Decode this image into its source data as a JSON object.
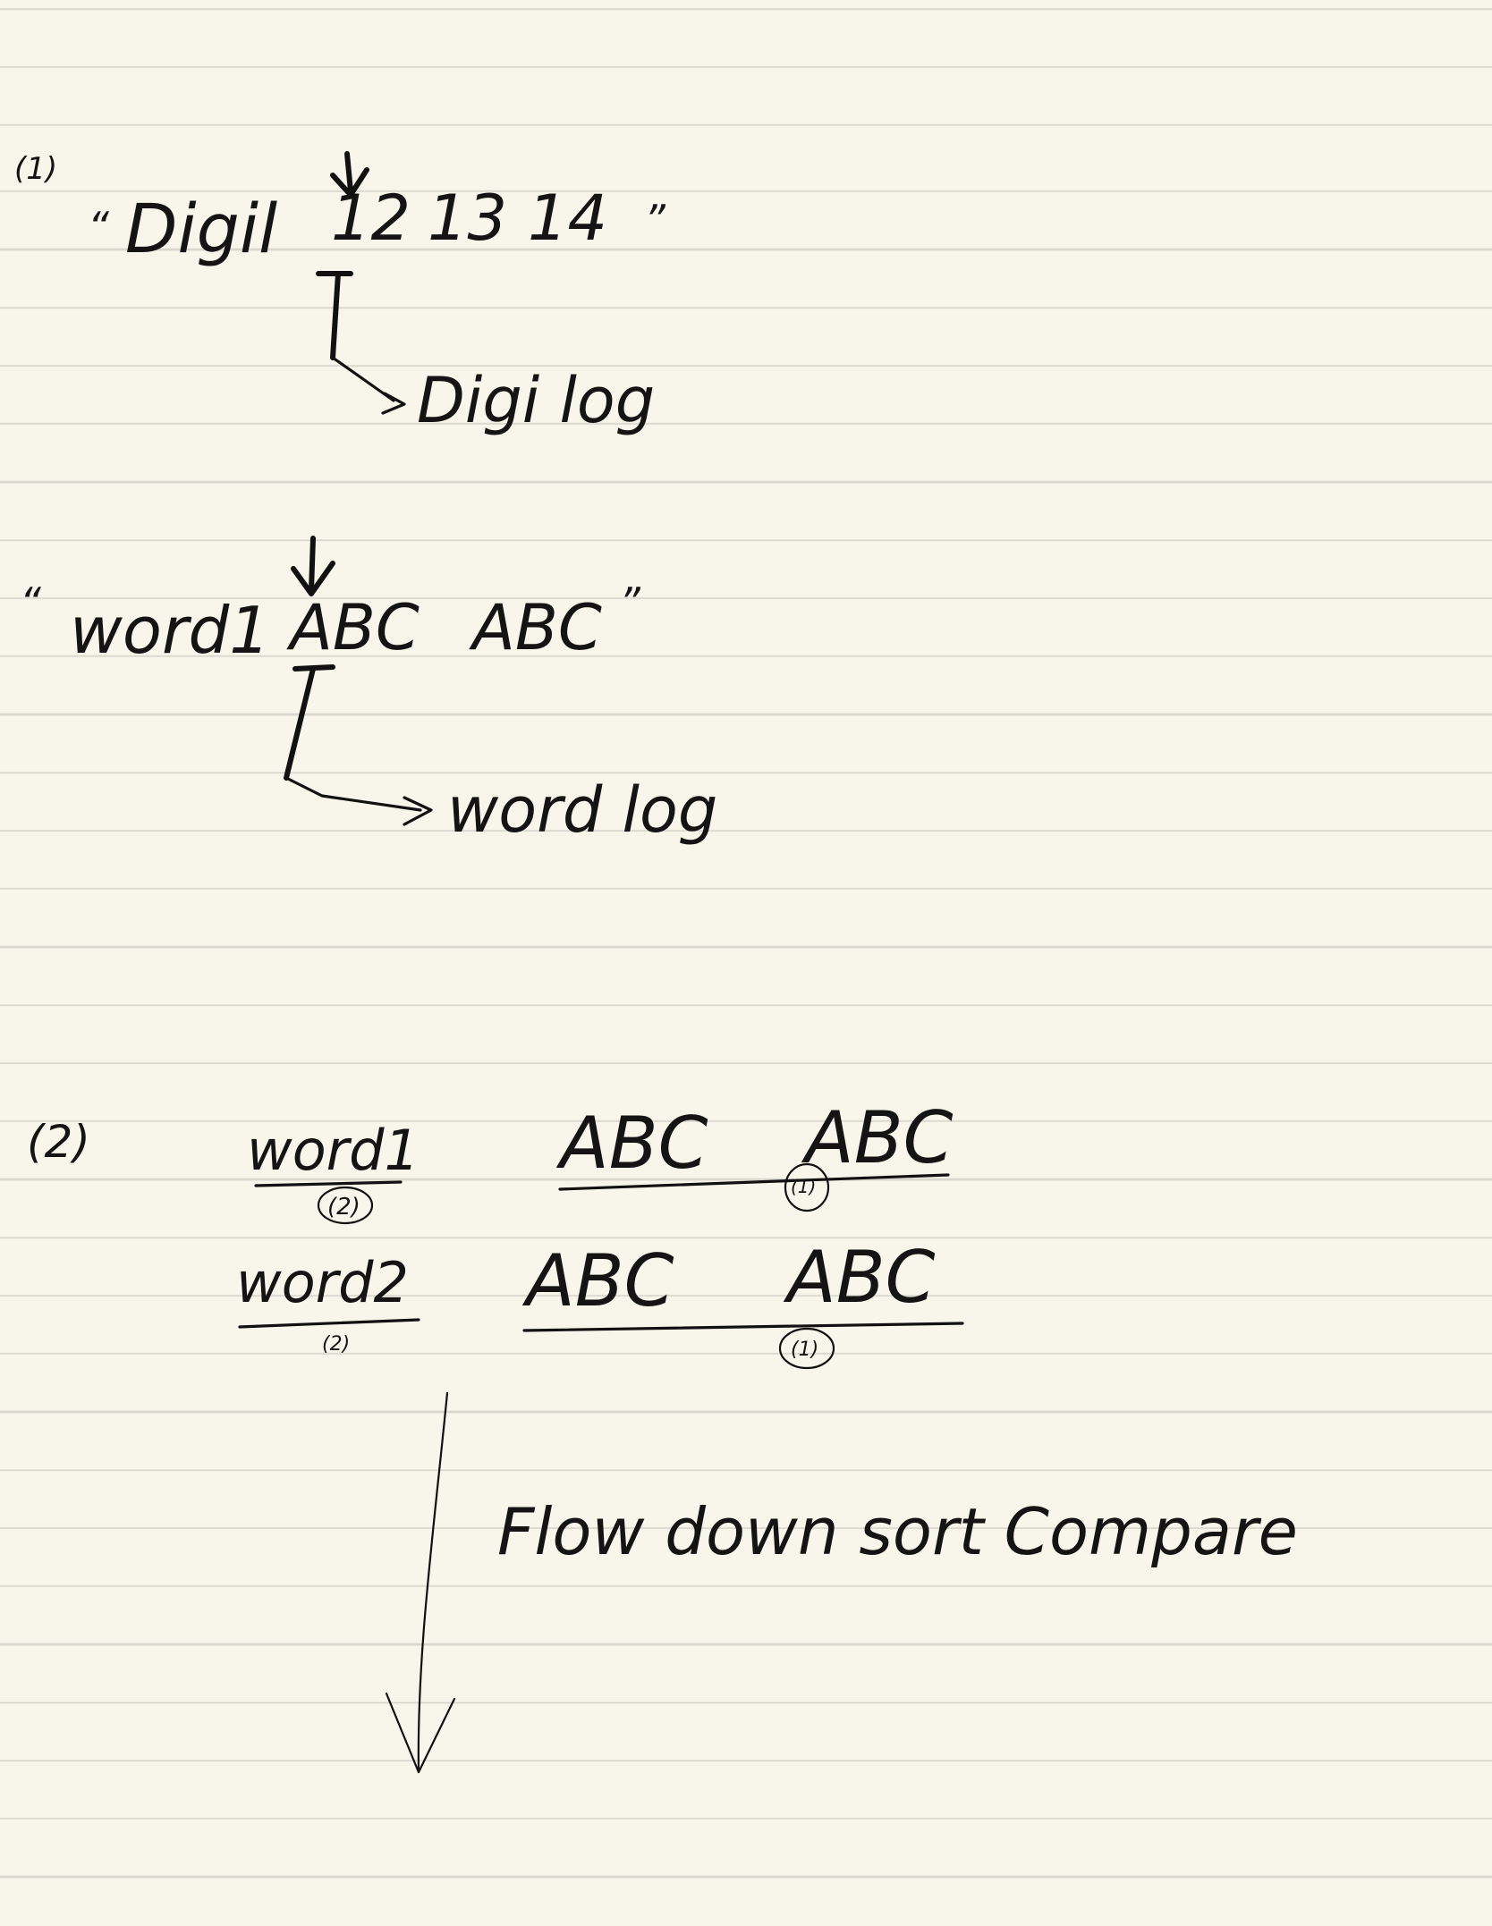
{
  "note": {
    "section1": {
      "marker": "(1)",
      "line1": {
        "quote_open": "“",
        "word": "Digil",
        "digits": [
          "12",
          "13",
          "14"
        ],
        "quote_close": "”",
        "result": "Digi log"
      },
      "line2": {
        "quote_open": "“",
        "word": "word1",
        "letters": [
          "ABC",
          "ABC"
        ],
        "quote_close": "”",
        "result": "word log"
      }
    },
    "section2": {
      "marker": "(2)",
      "row1": {
        "key": "word1",
        "key_tag": "(2)",
        "value": [
          "ABC",
          "ABC"
        ],
        "value_tag": "(1)"
      },
      "row2": {
        "key": "word2",
        "key_tag": "(2)",
        "value": [
          "ABC",
          "ABC"
        ],
        "value_tag": "(1)"
      },
      "flow_label": "Flow down sort Compare"
    }
  }
}
